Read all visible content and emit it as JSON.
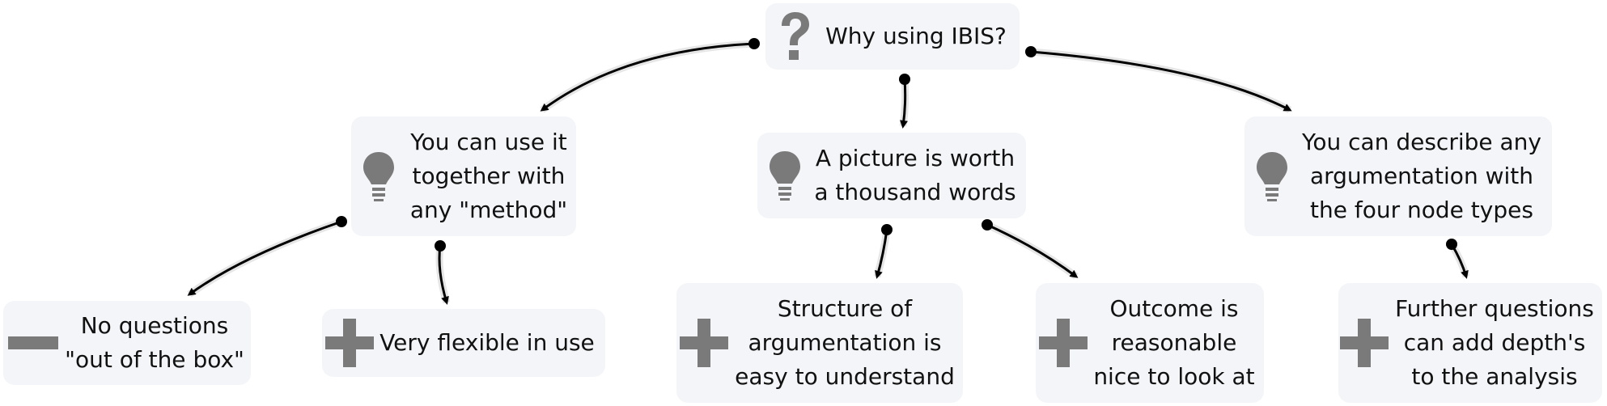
{
  "palette": {
    "node_bg": "#f3f5f8",
    "icon": "#7a7a7a",
    "edge": "#000000",
    "edge_halo": "#e6e6e6"
  },
  "nodes": {
    "question": {
      "type": "question",
      "icon": "question-mark-icon",
      "text": "Why using IBIS?"
    },
    "idea_method": {
      "type": "idea",
      "icon": "lightbulb-icon",
      "text": "You can use it\ntogether with\nany \"method\""
    },
    "idea_picture": {
      "type": "idea",
      "icon": "lightbulb-icon",
      "text": "A picture is worth\na thousand words"
    },
    "idea_four_types": {
      "type": "idea",
      "icon": "lightbulb-icon",
      "text": "You can describe any\nargumentation with\nthe four node types"
    },
    "con_no_questions": {
      "type": "con",
      "icon": "minus-icon",
      "text": "No questions\n\"out of the box\""
    },
    "pro_flexible": {
      "type": "pro",
      "icon": "plus-icon",
      "text": "Very flexible in use"
    },
    "pro_structure": {
      "type": "pro",
      "icon": "plus-icon",
      "text": "Structure of\nargumentation is\neasy to understand"
    },
    "pro_outcome": {
      "type": "pro",
      "icon": "plus-icon",
      "text": "Outcome is\nreasonable\nnice to look at"
    },
    "pro_further": {
      "type": "pro",
      "icon": "plus-icon",
      "text": "Further questions\ncan add depth's\nto the analysis"
    }
  },
  "edges": [
    {
      "from": "question",
      "to": "idea_method"
    },
    {
      "from": "question",
      "to": "idea_picture"
    },
    {
      "from": "question",
      "to": "idea_four_types"
    },
    {
      "from": "idea_method",
      "to": "con_no_questions"
    },
    {
      "from": "idea_method",
      "to": "pro_flexible"
    },
    {
      "from": "idea_picture",
      "to": "pro_structure"
    },
    {
      "from": "idea_picture",
      "to": "pro_outcome"
    },
    {
      "from": "idea_four_types",
      "to": "pro_further"
    }
  ]
}
